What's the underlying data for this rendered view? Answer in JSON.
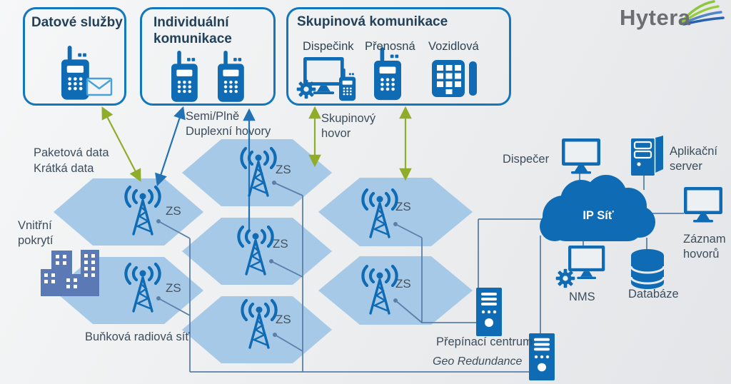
{
  "logo": {
    "brand": "Hytera"
  },
  "boxes": {
    "data_services": {
      "title": "Datové služby"
    },
    "individual": {
      "title_line1": "Individuální",
      "title_line2": "komunikace"
    },
    "group": {
      "title": "Skupinová komunikace",
      "items": [
        {
          "label": "Dispečink"
        },
        {
          "label": "Přenosná"
        },
        {
          "label": "Vozidlová"
        }
      ]
    }
  },
  "annotations": {
    "packet_data_line1": "Paketová data",
    "packet_data_line2": "Krátká data",
    "indoor_coverage_line1": "Vnitřní",
    "indoor_coverage_line2": "pokrytí",
    "duplex_line1": "Semi/Plně",
    "duplex_line2": "Duplexní hovory",
    "group_call_line1": "Skupinový",
    "group_call_line2": "hovor",
    "cellular_network": "Buňková radiová síť"
  },
  "network": {
    "zs": "ZS",
    "base_station_count": 7
  },
  "core": {
    "switching_center": "Přepínací centrum",
    "geo_redundance": "Geo Redundance",
    "ip_cloud": "IP Síť",
    "dispatcher": "Dispečer",
    "app_server_line1": "Aplikační",
    "app_server_line2": "server",
    "call_recording_line1": "Záznam",
    "call_recording_line2": "hovorů",
    "nms": "NMS",
    "database": "Databáze"
  },
  "colors": {
    "primary_blue": "#0e6bb4",
    "box_border": "#1377bd",
    "cell_fill": "#a7c9e8",
    "arrow_green": "#8fad2a",
    "arrow_blue": "#2272b4",
    "connector": "#5b7fa8",
    "buildings": "#5b79b4",
    "logo_gray": "#6d6e71"
  }
}
